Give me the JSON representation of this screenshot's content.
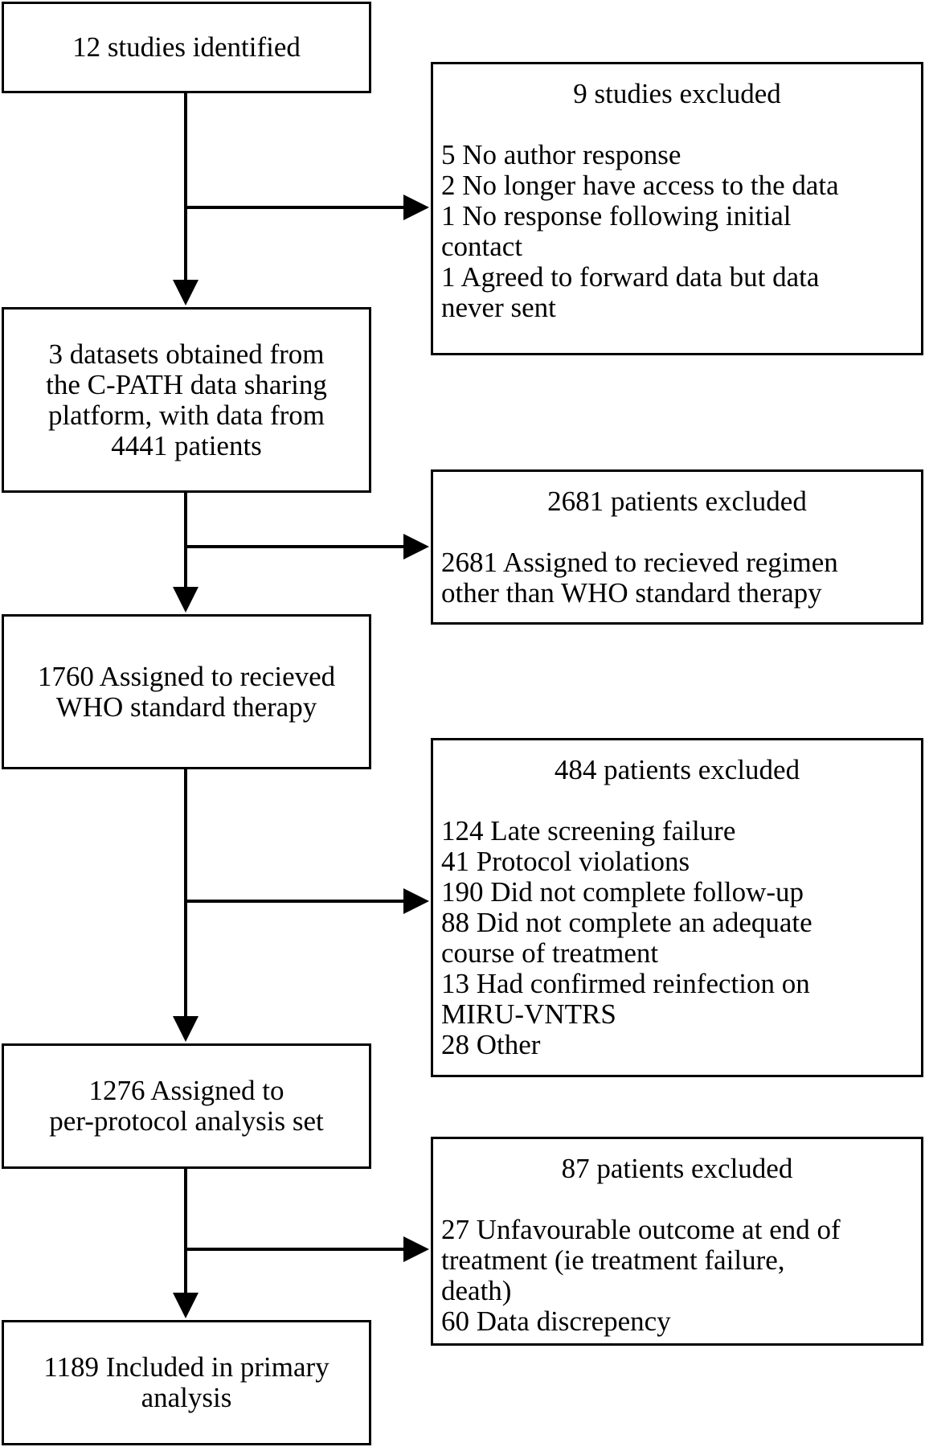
{
  "left_boxes": [
    {
      "lines": [
        "12 studies identified"
      ]
    },
    {
      "lines": [
        "3 datasets obtained from",
        "the C-PATH data sharing",
        "platform, with data from",
        "4441 patients"
      ]
    },
    {
      "lines": [
        "1760 Assigned to recieved",
        "WHO standard therapy"
      ]
    },
    {
      "lines": [
        "1276 Assigned to",
        "per-protocol analysis set"
      ]
    },
    {
      "lines": [
        "1189 Included in primary",
        "analysis"
      ]
    }
  ],
  "right_boxes": [
    {
      "title": "9 studies excluded",
      "items": [
        "5 No author response",
        "2 No longer have access to the data",
        "1 No response following initial",
        "contact",
        "1 Agreed to forward data but data",
        "never sent"
      ]
    },
    {
      "title": "2681 patients excluded",
      "items": [
        "2681 Assigned to recieved regimen",
        "other than WHO standard therapy"
      ]
    },
    {
      "title": "484 patients excluded",
      "items": [
        "124 Late screening failure",
        "41 Protocol violations",
        "190 Did not complete follow-up",
        "88 Did not complete an adequate",
        "course of treatment",
        "13 Had confirmed reinfection on",
        "MIRU-VNTRS",
        "28 Other"
      ]
    },
    {
      "title": "87 patients excluded",
      "items": [
        "27 Unfavourable outcome at end of",
        "treatment (ie treatment failure,",
        "death)",
        "60 Data discrepency"
      ]
    }
  ]
}
